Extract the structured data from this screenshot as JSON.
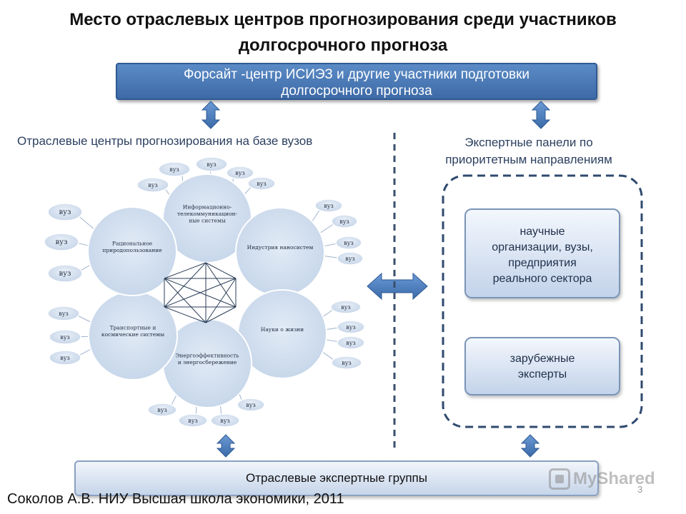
{
  "title": {
    "line1": "Место отраслевых центров прогнозирования среди участников",
    "line2": "долгосрочного прогноза"
  },
  "top_box": {
    "line1": "Форсайт -центр ИСИЭЗ и другие участники подготовки",
    "line2": "долгосрочного прогноза"
  },
  "left_section_label": "Отраслевые центры прогнозирования на базе вузов",
  "right_section_label": {
    "line1": "Экспертные панели по",
    "line2": "приоритетным направлениям"
  },
  "centers": [
    {
      "line1": "Информационно-",
      "line2": "телекоммуникацион-",
      "line3": "ные системы"
    },
    {
      "line1": "Индустрия наносистем"
    },
    {
      "line1": "Науки о жизни"
    },
    {
      "line1": "Энергоэффективность",
      "line2": "и  энергосбережение"
    },
    {
      "line1": "Транспортные и",
      "line2": "космические системы"
    },
    {
      "line1": "Рациональное",
      "line2": "природопользование"
    }
  ],
  "vuz_label": "вуз",
  "panels": {
    "orgs": {
      "line1": "научные",
      "line2": "организации, вузы,",
      "line3": "предприятия",
      "line4": "реального сектора"
    },
    "foreign": {
      "line1": "зарубежные",
      "line2": "эксперты"
    }
  },
  "bottom_box": "Отраслевые экспертные группы",
  "author": "Соколов А.В.  НИУ Высшая школа экономики, 2011",
  "page_number": "3",
  "watermark": "MyShared",
  "colors": {
    "primary_blue": "#3d6aa6",
    "arrow_blue": "#4a7fc1",
    "circle_fill": "#c9d8ea",
    "dashed_border": "#2f4a6e"
  }
}
